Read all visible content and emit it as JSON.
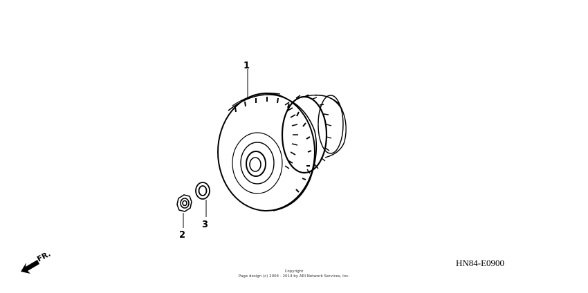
{
  "callouts": {
    "part1": "1",
    "part2": "2",
    "part3": "3"
  },
  "direction": {
    "label": "FR.",
    "icon": "front-direction-arrow-icon"
  },
  "diagram_code": "HN84-E0900",
  "copyright": {
    "line1": "Copyright",
    "line2": "Page design (c) 2004 - 2014 by ARI Network Services, Inc."
  }
}
